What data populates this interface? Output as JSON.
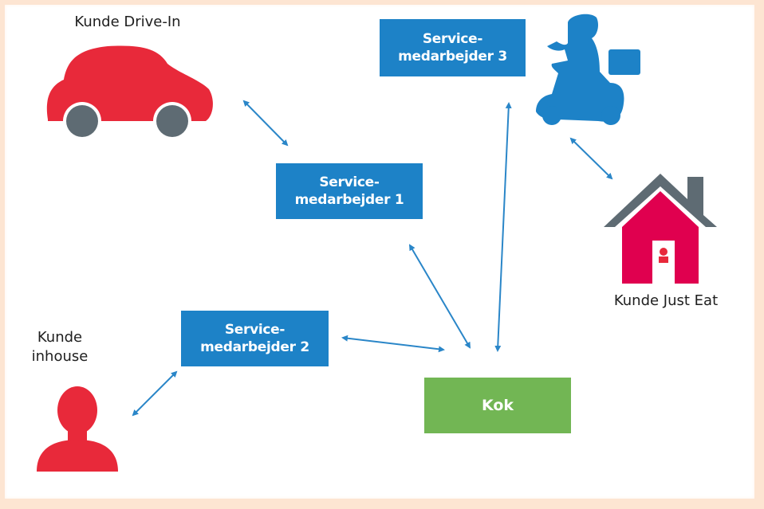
{
  "diagram": {
    "nodes": {
      "customer_drive_in": {
        "label": "Kunde Drive-In",
        "icon": "car-icon",
        "color": "#e8293a"
      },
      "customer_just_eat": {
        "label": "Kunde Just Eat",
        "icon": "house-icon",
        "color": "#e0004f",
        "roof_color": "#5e6b73"
      },
      "customer_inhouse": {
        "label_line1": "Kunde",
        "label_line2": "inhouse",
        "icon": "person-icon",
        "color": "#e8293a"
      },
      "delivery": {
        "icon": "scooter-courier-icon",
        "color": "#1d82c7"
      },
      "service1": {
        "line1": "Service-",
        "line2": "medarbejder 1"
      },
      "service2": {
        "line1": "Service-",
        "line2": "medarbejder 2"
      },
      "service3": {
        "line1": "Service-",
        "line2": "medarbejder 3"
      },
      "cook": {
        "label": "Kok"
      }
    },
    "edges": [
      {
        "from": "customer_drive_in",
        "to": "service1",
        "type": "bidirectional"
      },
      {
        "from": "service1",
        "to": "cook",
        "type": "bidirectional"
      },
      {
        "from": "service2",
        "to": "cook",
        "type": "bidirectional"
      },
      {
        "from": "customer_inhouse",
        "to": "service2",
        "type": "bidirectional"
      },
      {
        "from": "service3",
        "to": "cook",
        "type": "bidirectional"
      },
      {
        "from": "delivery",
        "to": "customer_just_eat",
        "type": "bidirectional"
      }
    ],
    "colors": {
      "service_box": "#1d82c7",
      "cook_box": "#72b654",
      "arrow": "#2a86c8",
      "frame": "#fde5d2"
    }
  }
}
